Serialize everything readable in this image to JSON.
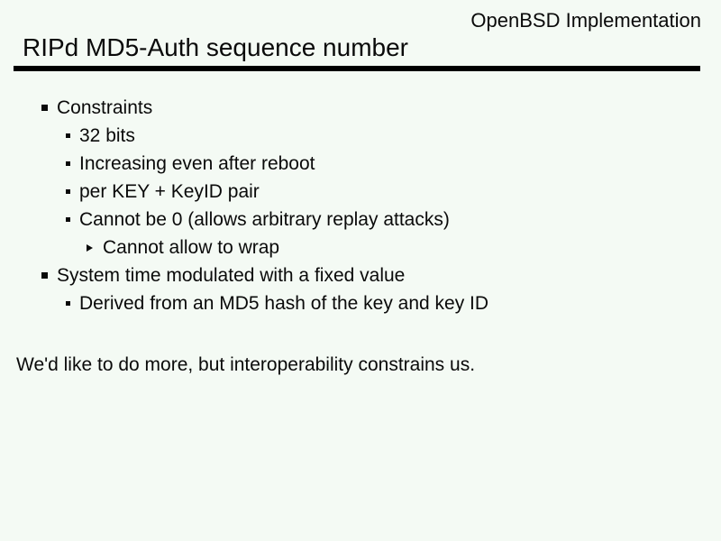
{
  "slide": {
    "header_right": "OpenBSD Implementation",
    "title": "RIPd MD5-Auth sequence number",
    "bullets": [
      {
        "level": 1,
        "bullet": "square-bullet",
        "text": "Constraints"
      },
      {
        "level": 2,
        "bullet": "square-bullet",
        "text": "32 bits"
      },
      {
        "level": 2,
        "bullet": "square-bullet",
        "text": "Increasing even after reboot"
      },
      {
        "level": 2,
        "bullet": "square-bullet",
        "text": "per KEY + KeyID pair"
      },
      {
        "level": 2,
        "bullet": "square-bullet",
        "text": "Cannot be 0 (allows arbitrary replay attacks)"
      },
      {
        "level": 3,
        "bullet": "triangle-bullet",
        "text": "Cannot allow to wrap"
      },
      {
        "level": 1,
        "bullet": "square-bullet",
        "text": "System time modulated with a fixed value"
      },
      {
        "level": 2,
        "bullet": "square-bullet",
        "text": "Derived from an MD5 hash of the key and key ID"
      }
    ],
    "footer_note": "We'd like to do more, but interoperability constrains us.",
    "colors": {
      "background": "#f4faf4",
      "text": "#0a0a0a",
      "rule": "#000000"
    }
  }
}
